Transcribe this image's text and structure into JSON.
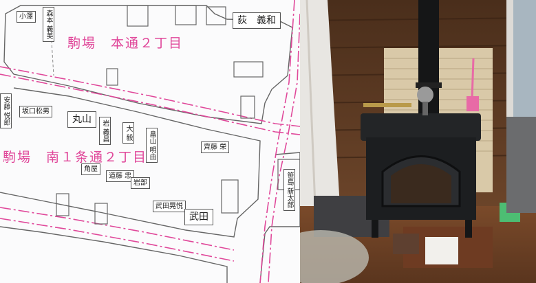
{
  "map": {
    "district_labels": [
      "駒場　本通２丁目",
      "駒場　南１条通２丁目"
    ],
    "residents": [
      {
        "name": "小澤"
      },
      {
        "name": "森本 義美"
      },
      {
        "name": "荻　義和"
      },
      {
        "name": "安藤 悦郎"
      },
      {
        "name": "坂口松男"
      },
      {
        "name": "丸山"
      },
      {
        "name": "岩 義昌"
      },
      {
        "name": "大 毅"
      },
      {
        "name": "畠山 明由"
      },
      {
        "name": "齊藤 栄"
      },
      {
        "name": "角屋"
      },
      {
        "name": "道藤 忠"
      },
      {
        "name": "岩部"
      },
      {
        "name": "武田晃悦"
      },
      {
        "name": "武田"
      },
      {
        "name": "笹島 新太郎"
      }
    ]
  },
  "photo": {
    "colors": {
      "log_wall": "#6b4429",
      "brick": "#d9c9a8",
      "stove": "#1c1e20",
      "floor": "#7a4a2a"
    }
  }
}
